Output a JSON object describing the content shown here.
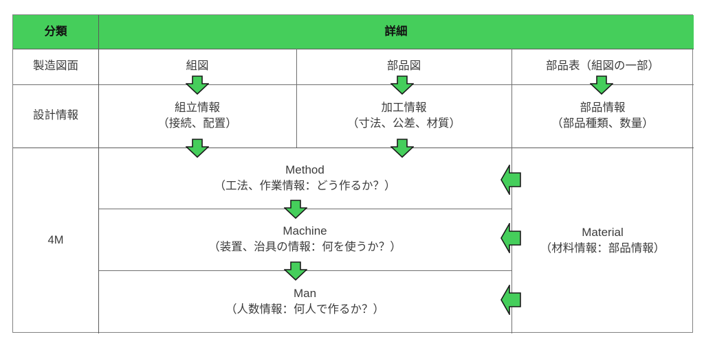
{
  "colors": {
    "header_green": "#45ce5b",
    "arrow_fill": "#45ce5b",
    "arrow_stroke": "#1a1a1a",
    "border": "#6e6e6e",
    "text": "#3b3b3b",
    "header_text": "#111111"
  },
  "table": {
    "header": {
      "category_label": "分類",
      "detail_label": "詳細"
    },
    "rows": [
      {
        "name": "manufacturing-drawing",
        "category": "製造図面",
        "cells": [
          "組図",
          "部品図",
          "部品表（組図の一部）"
        ]
      },
      {
        "name": "design-information",
        "category": "設計情報",
        "cells": [
          "組立情報\n（接続、配置）",
          "加工情報\n（寸法、公差、材質）",
          "部品情報\n（部品種類、数量）"
        ]
      },
      {
        "name": "four-m",
        "category": "4M",
        "subrows": [
          {
            "name": "method",
            "title": "Method",
            "detail": "（工法、作業情報：どう作るか？）"
          },
          {
            "name": "machine",
            "title": "Machine",
            "detail": "（装置、治具の情報：何を使うか？）"
          },
          {
            "name": "man",
            "title": "Man",
            "detail": "（人数情報：何人で作るか？）"
          }
        ],
        "material": {
          "title": "Material",
          "detail": "（材料情報：部品情報）"
        }
      }
    ]
  },
  "icons": {
    "arrow_down": "arrow-down-icon",
    "arrow_left": "arrow-left-icon"
  }
}
